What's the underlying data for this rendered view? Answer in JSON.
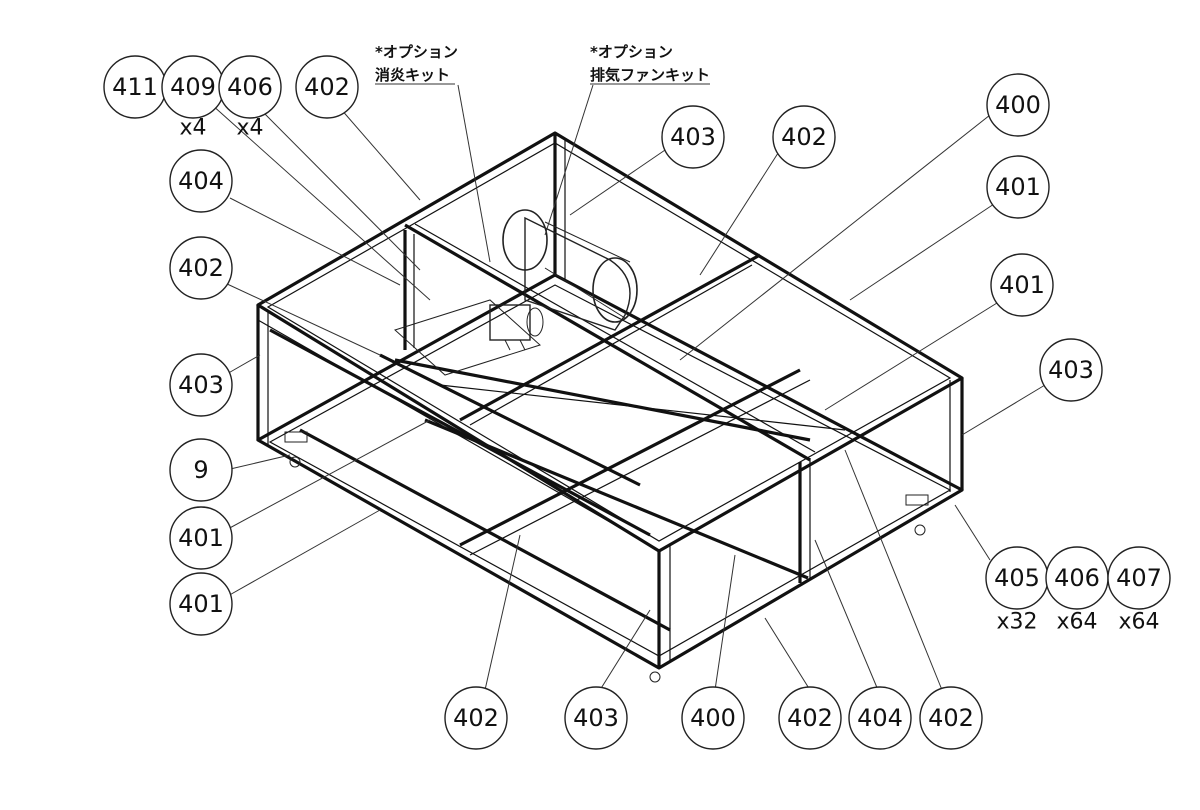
{
  "options": [
    {
      "line1": "*オプション",
      "line2": "消炎キット"
    },
    {
      "line1": "*オプション",
      "line2": "排気ファンキット"
    }
  ],
  "balloons": [
    {
      "label": "411"
    },
    {
      "label": "409",
      "qty": "x4"
    },
    {
      "label": "406",
      "qty": "x4"
    },
    {
      "label": "402"
    },
    {
      "label": "404"
    },
    {
      "label": "402"
    },
    {
      "label": "403"
    },
    {
      "label": "9"
    },
    {
      "label": "401"
    },
    {
      "label": "401"
    },
    {
      "label": "403"
    },
    {
      "label": "402"
    },
    {
      "label": "400"
    },
    {
      "label": "401"
    },
    {
      "label": "401"
    },
    {
      "label": "403"
    },
    {
      "label": "405",
      "qty": "x32"
    },
    {
      "label": "406",
      "qty": "x64"
    },
    {
      "label": "407",
      "qty": "x64"
    },
    {
      "label": "402"
    },
    {
      "label": "403"
    },
    {
      "label": "400"
    },
    {
      "label": "402"
    },
    {
      "label": "404"
    },
    {
      "label": "402"
    }
  ]
}
